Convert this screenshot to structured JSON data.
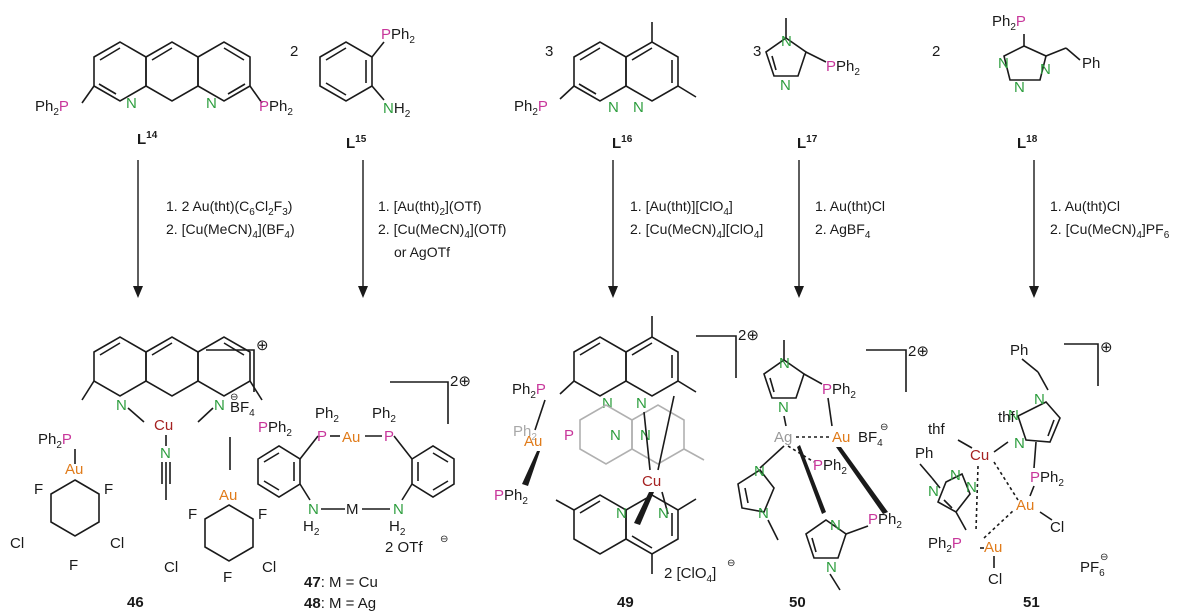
{
  "ligands": [
    {
      "id": "L14",
      "base": "L",
      "sup": "14",
      "stoich": ""
    },
    {
      "id": "L15",
      "base": "L",
      "sup": "15",
      "stoich": "2"
    },
    {
      "id": "L16",
      "base": "L",
      "sup": "16",
      "stoich": "3"
    },
    {
      "id": "L17",
      "base": "L",
      "sup": "17",
      "stoich": "3"
    },
    {
      "id": "L18",
      "base": "L",
      "sup": "18",
      "stoich": "2"
    }
  ],
  "atoms": {
    "PPh2": "PPh",
    "Ph2P": "Ph",
    "Ph2": "Ph",
    "sub2": "2",
    "P": "P",
    "N": "N",
    "NH": "NH",
    "H": "H",
    "Au": "Au",
    "Cu": "Cu",
    "Ag": "Ag",
    "M": "M",
    "F": "F",
    "Cl": "Cl",
    "Ph": "Ph",
    "thf": "thf",
    "BF": "BF",
    "PF": "PF",
    "sub4": "4",
    "sub6": "6",
    "minus": "⊖",
    "plus": "⊕",
    "two_plus": "2⊕"
  },
  "conditions": {
    "c46": {
      "l1": "1. 2 Au(tht)(C",
      "l1a": "6",
      "l1b": "Cl",
      "l1c": "2",
      "l1d": "F",
      "l1e": "3",
      "l1f": ")",
      "l2": "2.   [Cu(MeCN)",
      "l2a": "4",
      "l2b": "](BF",
      "l2c": "4",
      "l2d": ")"
    },
    "c47": {
      "l1": "1. [Au(tht)",
      "l1a": "2",
      "l1b": "](OTf)",
      "l2": "2. [Cu(MeCN)",
      "l2a": "4",
      "l2b": "](OTf)",
      "l3": "or AgOTf"
    },
    "c49": {
      "l1": "1. [Au(tht)][ClO",
      "l1a": "4",
      "l1b": "]",
      "l2": "2. [Cu(MeCN)",
      "l2a": "4",
      "l2b": "][ClO",
      "l2c": "4",
      "l2d": "]"
    },
    "c50": {
      "l1": "1.  Au(tht)Cl",
      "l2": "2.  AgBF",
      "l2a": "4"
    },
    "c51": {
      "l1": "1. Au(tht)Cl",
      "l2": "2. [Cu(MeCN)",
      "l2a": "4",
      "l2b": "]PF",
      "l2c": "6"
    }
  },
  "products": {
    "p46": {
      "label": "46"
    },
    "p47": {
      "num": "47",
      "text": ": M = Cu"
    },
    "p48": {
      "num": "48",
      "text": ": M = Ag"
    },
    "p49": {
      "label": "49",
      "counter": "2 [ClO",
      "counter_sub": "4",
      "counter_close": "]"
    },
    "p50": {
      "label": "50"
    },
    "p51": {
      "label": "51"
    },
    "otf": "2 OTf"
  }
}
